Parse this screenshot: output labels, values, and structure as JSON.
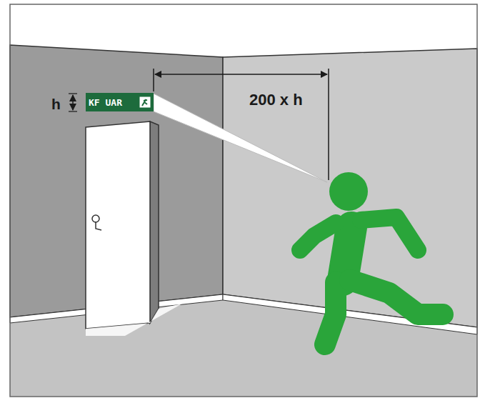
{
  "diagram": {
    "nodes": [
      {
        "text": [
          "KF UAR"
        ]
      }
    ],
    "labels": [
      "h",
      "200 x h"
    ]
  }
}
